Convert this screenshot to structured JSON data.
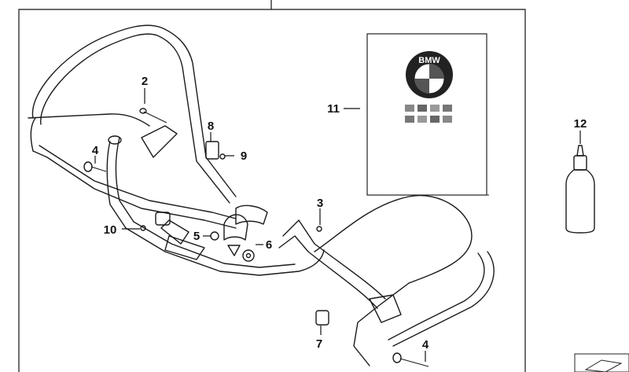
{
  "diagram": {
    "callouts": [
      "2",
      "8",
      "9",
      "4",
      "3",
      "10",
      "5",
      "6",
      "11",
      "12",
      "7",
      "4"
    ],
    "manual_logo": "BMW"
  }
}
